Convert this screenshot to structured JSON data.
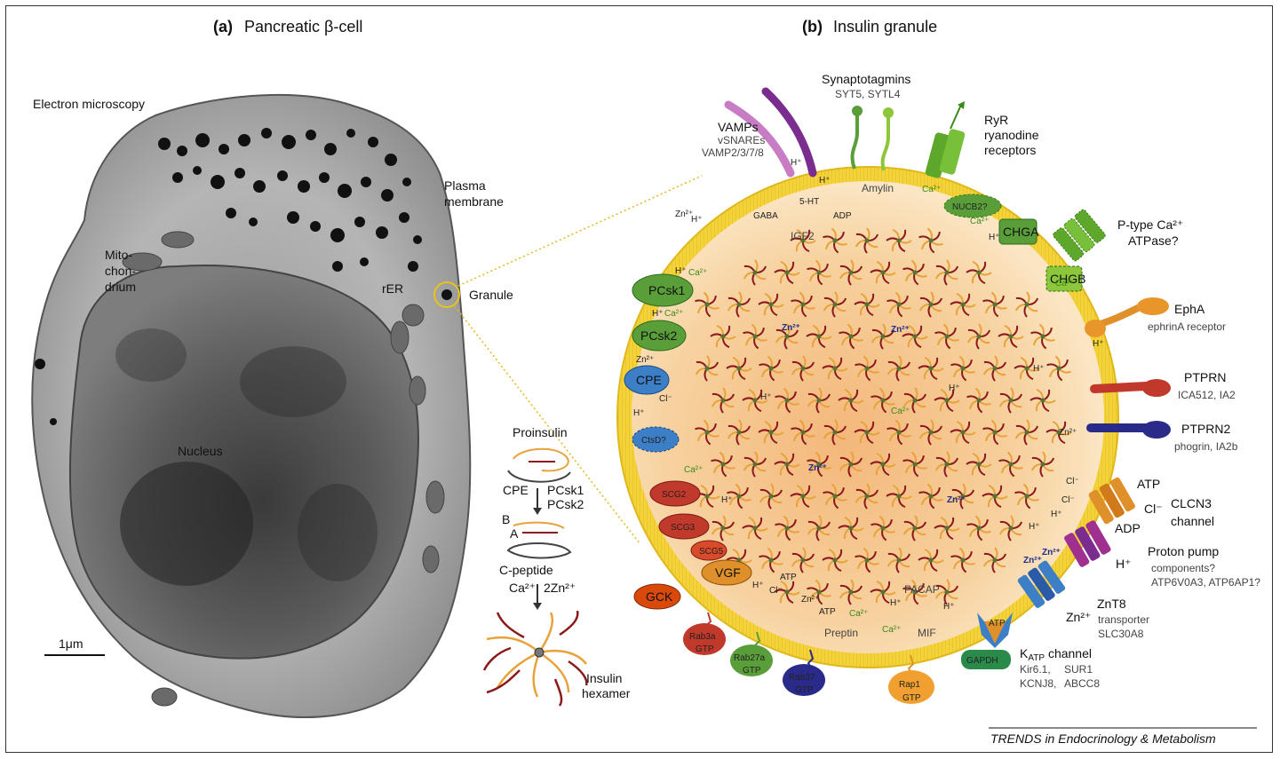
{
  "panel_a": {
    "title_prefix": "(a)",
    "title_main": "Pancreatic β-cell",
    "em_label": "Electron microscopy",
    "plasma_membrane_1": "Plasma",
    "plasma_membrane_2": "membrane",
    "mito_1": "Mito-",
    "mito_2": "chon-",
    "mito_3": "drium",
    "rer": "rER",
    "granule": "Granule",
    "nucleus": "Nucleus",
    "scale": "1μm"
  },
  "proinsulin": {
    "title": "Proinsulin",
    "cpe": "CPE",
    "pcsk1": "PCsk1",
    "pcsk2": "PCsk2",
    "b": "B",
    "a": "A",
    "cpeptide": "C-peptide",
    "ca": "Ca²⁺",
    "zn": "2Zn²⁺",
    "hexamer_1": "Insulin",
    "hexamer_2": "hexamer"
  },
  "panel_b": {
    "title_prefix": "(b)",
    "title_main": "Insulin granule"
  },
  "right_labels": {
    "vamps": "VAMPs",
    "vamps_sub1": "vSNAREs",
    "vamps_sub2": "VAMP2/3/7/8",
    "syt": "Synaptotagmins",
    "syt_sub": "SYT5, SYTL4",
    "ryr_1": "RyR",
    "ryr_2": "ryanodine",
    "ryr_3": "receptors",
    "ptype_1": "P-type Ca²⁺",
    "ptype_2": "ATPase?",
    "epha": "EphA",
    "epha_sub": "ephrinA receptor",
    "ptprn": "PTPRN",
    "ptprn_sub": "ICA512, IA2",
    "ptprn2": "PTPRN2",
    "ptprn2_sub": "phogrin, IA2b",
    "atp": "ATP",
    "clcn3_1": "CLCN3",
    "clcn3_2": "channel",
    "cl_out": "Cl⁻",
    "adp": "ADP",
    "proton_1": "Proton pump",
    "proton_2": "components?",
    "proton_3": "ATP6V0A3, ATP6AP1?",
    "h_out": "H⁺",
    "znt8": "ZnT8",
    "znt8_sub1": "transporter",
    "znt8_sub2": "SLC30A8",
    "zn_out": "Zn²⁺",
    "katp": "K",
    "katp_sub": "ATP",
    "katp_rest": " channel",
    "kir": "Kir6.1,",
    "sur1": "SUR1",
    "kcnj8": "KCNJ8,",
    "abcc8": "ABCC8"
  },
  "inside_labels": {
    "serotonin": "5-HT",
    "gaba": "GABA",
    "igf2": "IGF2",
    "adp": "ADP",
    "amylin": "Amylin",
    "nucb2": "NUCB2?",
    "chga": "CHGA",
    "chgb": "CHGB",
    "pcsk1": "PCsk1",
    "pcsk2": "PCsk2",
    "cpe": "CPE",
    "ctsd": "CtsD?",
    "scg2": "SCG2",
    "scg3": "SCG3",
    "scg5": "SCG5",
    "vgf": "VGF",
    "gck": "GCK",
    "pacap": "PACAP",
    "preptin": "Preptin",
    "mif": "MIF",
    "atp": "ATP",
    "gapdh": "GAPDH",
    "h": "H⁺",
    "zn": "Zn²⁺",
    "ca": "Ca²⁺",
    "cl": "Cl⁻"
  },
  "rabs": {
    "rab3a": "Rab3a",
    "rab27a": "Rab27a",
    "rab37": "Rab37",
    "rap1": "Rap1",
    "gtp": "GTP"
  },
  "footer": "TRENDS in Endocrinology & Metabolism",
  "colors": {
    "granule_membrane": "#f2d233",
    "granule_core": "#f6c98f",
    "insulin_chain_a": "#8b1a1a",
    "insulin_chain_b": "#e8a23a",
    "green_protein": "#5a9e3a",
    "blue_protein": "#3d7fc7",
    "red_protein": "#c0392b",
    "orange_protein": "#e0902a",
    "purple_protein": "#7a2d8f"
  }
}
